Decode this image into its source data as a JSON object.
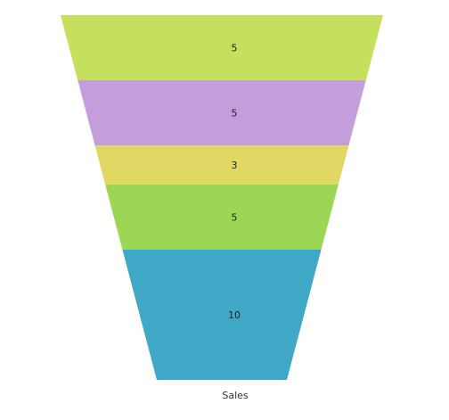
{
  "chart_data": {
    "type": "funnel",
    "category_label": "Sales",
    "segments": [
      {
        "value": 5,
        "label": "5",
        "color": "#c5e05c"
      },
      {
        "value": 5,
        "label": "5",
        "color": "#c49edb"
      },
      {
        "value": 3,
        "label": "3",
        "color": "#e0d863"
      },
      {
        "value": 5,
        "label": "5",
        "color": "#9cd655"
      },
      {
        "value": 10,
        "label": "10",
        "color": "#3fa8c7"
      }
    ]
  }
}
